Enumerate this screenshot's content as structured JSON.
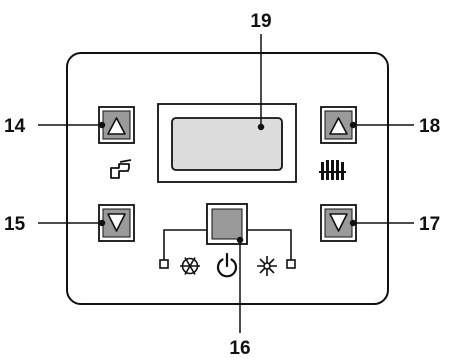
{
  "callouts": {
    "dhw_up": "14",
    "dhw_down": "15",
    "mode_button": "16",
    "heating_down": "17",
    "heating_up": "18",
    "display": "19"
  },
  "icons": {
    "dhw": "faucet-icon",
    "heating": "radiator-icon",
    "winter": "snowflake-icon",
    "power": "power-icon",
    "summer": "sun-icon"
  },
  "colors": {
    "button_fill": "#9a9a9a",
    "display_fill": "#dcdcdc",
    "stroke": "#111111"
  }
}
